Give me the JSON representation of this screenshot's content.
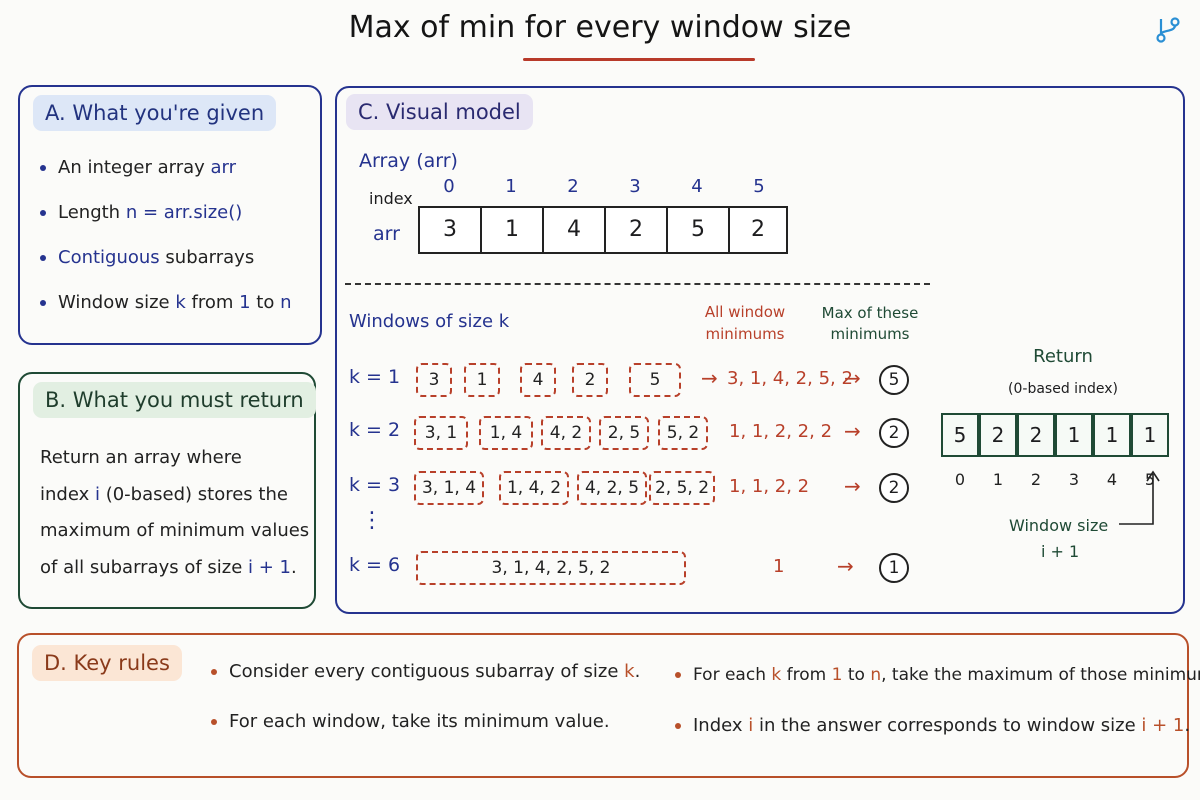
{
  "title": "Max of min for every window size",
  "panelA": {
    "heading": "A. What you're given",
    "bullets": [
      {
        "parts": [
          {
            "t": "An integer array ",
            "c": ""
          },
          {
            "t": "arr",
            "c": "hl"
          }
        ]
      },
      {
        "parts": [
          {
            "t": "Length ",
            "c": ""
          },
          {
            "t": "n = arr.size()",
            "c": "hl"
          }
        ]
      },
      {
        "parts": [
          {
            "t": "Contiguous",
            "c": "hl"
          },
          {
            "t": " subarrays",
            "c": ""
          }
        ]
      },
      {
        "parts": [
          {
            "t": "Window size ",
            "c": ""
          },
          {
            "t": "k",
            "c": "hl"
          },
          {
            "t": " from ",
            "c": ""
          },
          {
            "t": "1",
            "c": "hl"
          },
          {
            "t": " to ",
            "c": ""
          },
          {
            "t": "n",
            "c": "hl"
          }
        ]
      }
    ]
  },
  "panelB": {
    "heading": "B. What you must return",
    "lines": [
      [
        {
          "t": "Return an array where",
          "c": ""
        }
      ],
      [
        {
          "t": "index ",
          "c": ""
        },
        {
          "t": "i",
          "c": "hl"
        },
        {
          "t": " (0-based) stores the",
          "c": ""
        }
      ],
      [
        {
          "t": "maximum of minimum values",
          "c": ""
        }
      ],
      [
        {
          "t": "of all subarrays of size ",
          "c": ""
        },
        {
          "t": "i + 1",
          "c": "hl"
        },
        {
          "t": ".",
          "c": ""
        }
      ]
    ]
  },
  "panelC": {
    "heading": "C. Visual model",
    "array_label": "Array (arr)",
    "index_label": "index",
    "arr_label": "arr",
    "indices": [
      "0",
      "1",
      "2",
      "3",
      "4",
      "5"
    ],
    "values": [
      "3",
      "1",
      "4",
      "2",
      "5",
      "2"
    ],
    "windows_label": "Windows of size k",
    "col_minimums": "All window\nminimums",
    "col_max": "Max of these\nminimums",
    "rows": [
      {
        "k": "k = 1",
        "windows": [
          "3",
          "1",
          "4",
          "2",
          "5"
        ],
        "mins": "3, 1, 4, 2, 5, 2",
        "max": "5"
      },
      {
        "k": "k = 2",
        "windows": [
          "3, 1",
          "1, 4",
          "4, 2",
          "2, 5",
          "5, 2"
        ],
        "mins": "1, 1, 2, 2, 2",
        "max": "2"
      },
      {
        "k": "k = 3",
        "windows": [
          "3, 1, 4",
          "1, 4, 2",
          "4, 2, 5",
          "2, 5, 2"
        ],
        "mins": "1, 1, 2, 2",
        "max": "2"
      },
      {
        "k": "k = 6",
        "windows": [
          "3, 1, 4, 2, 5, 2"
        ],
        "mins": "1",
        "max": "1"
      }
    ],
    "ellipsis": "⋮",
    "return_label": "Return",
    "return_sub": "(0-based index)",
    "return_values": [
      "5",
      "2",
      "2",
      "1",
      "1",
      "1"
    ],
    "return_indices": [
      "0",
      "1",
      "2",
      "3",
      "4",
      "5"
    ],
    "window_note": "Window size",
    "window_note2": "i + 1"
  },
  "panelD": {
    "heading": "D. Key rules",
    "rules": [
      [
        {
          "t": "Consider every contiguous subarray of size ",
          "c": ""
        },
        {
          "t": "k",
          "c": "hlr"
        },
        {
          "t": ".",
          "c": ""
        }
      ],
      [
        {
          "t": "For each window, take its minimum value.",
          "c": ""
        }
      ],
      [
        {
          "t": "For each ",
          "c": ""
        },
        {
          "t": "k",
          "c": "hlr"
        },
        {
          "t": " from ",
          "c": ""
        },
        {
          "t": "1",
          "c": "hlr"
        },
        {
          "t": " to ",
          "c": ""
        },
        {
          "t": "n",
          "c": "hlr"
        },
        {
          "t": ", take the maximum of those minimums.",
          "c": ""
        }
      ],
      [
        {
          "t": "Index ",
          "c": ""
        },
        {
          "t": "i",
          "c": "hlr"
        },
        {
          "t": " in the answer corresponds to window size ",
          "c": ""
        },
        {
          "t": "i + 1",
          "c": "hlr"
        },
        {
          "t": ".",
          "c": ""
        }
      ]
    ]
  },
  "colors": {
    "navy": "#25338f",
    "green": "#1f4a35",
    "red": "#b8402a",
    "orange": "#b8502a"
  }
}
